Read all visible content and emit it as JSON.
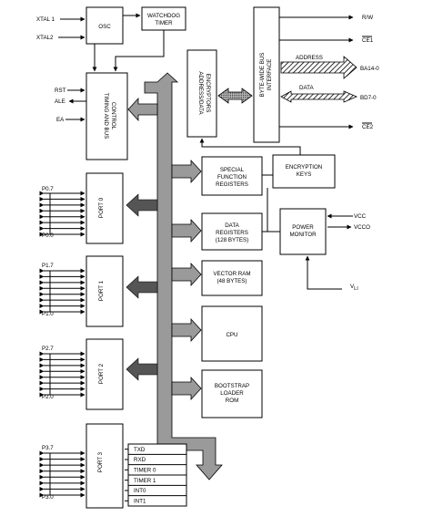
{
  "blocks": {
    "osc": "OSC",
    "watchdog": [
      "WATCHDOG",
      "TIMER"
    ],
    "timing": [
      "TIMING AND BUS",
      "CONTROL"
    ],
    "addr_enc": [
      "ADDRESS/DATA",
      "ENCRYPTORS"
    ],
    "byte_wide": [
      "BYTE-WIDE BUS",
      "INTERFACE"
    ],
    "sfr": [
      "SPECIAL",
      "FUNCTION",
      "REGISTERS"
    ],
    "enc_keys": [
      "ENCRYPTION",
      "KEYS"
    ],
    "data_reg": [
      "DATA",
      "REGISTERS",
      "(128 BYTES)"
    ],
    "power": [
      "POWER",
      "MONITOR"
    ],
    "vector_ram": [
      "VECTOR RAM",
      "(48 BYTES)"
    ],
    "cpu": "CPU",
    "bootstrap": [
      "BOOTSTRAP",
      "LOADER",
      "ROM"
    ],
    "port0": "PORT 0",
    "port1": "PORT 1",
    "port2": "PORT 2",
    "port3": "PORT 3"
  },
  "port3_functions": [
    "TXD",
    "RXD",
    "TIMER 0",
    "TIMER 1",
    "INT0",
    "INT1"
  ],
  "pins": {
    "xtal1": "XTAL 1",
    "xtal2": "XTAL2",
    "rst": "RST",
    "ale": "ALE",
    "ea": "EA",
    "p07": "P0.7",
    "p00": "P0.0",
    "p17": "P1.7",
    "p10": "P1.0",
    "p27": "P2.7",
    "p20": "P2.0",
    "p37": "P3.7",
    "p30": "P3.0",
    "rw": "R/W",
    "ce1": "CE1",
    "address": "ADDRESS",
    "ba": "BA14-0",
    "data": "DATA",
    "bd": "BD7-0",
    "ce2": "CE2",
    "vcc": "VCC",
    "vcco": "VCCO",
    "vli": "V"
  },
  "pins_sub": {
    "vli": "LI"
  }
}
